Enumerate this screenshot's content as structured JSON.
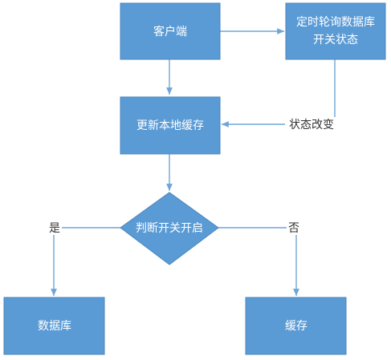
{
  "colors": {
    "node_fill": "#5b9bd5",
    "node_stroke": "#4a86bd",
    "arrow": "#6fa5d7",
    "node_text": "#ffffff",
    "edge_text": "#333333"
  },
  "nodes": {
    "client": "客户端",
    "poll_line1": "定时轮询数据库",
    "poll_line2": "开关状态",
    "update_cache": "更新本地缓存",
    "decision": "判断开关开启",
    "database": "数据库",
    "cache": "缓存"
  },
  "edge_labels": {
    "state_change": "状态改变",
    "yes": "是",
    "no": "否"
  }
}
